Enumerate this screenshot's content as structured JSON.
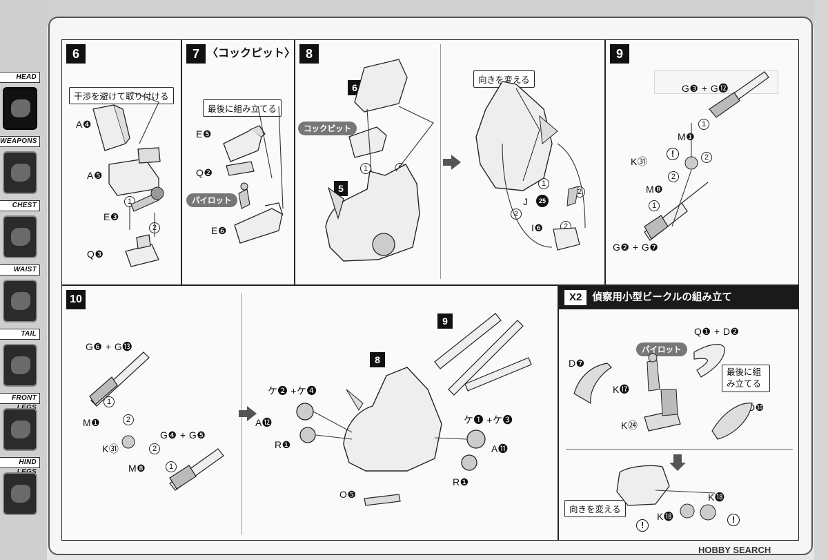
{
  "side_tabs": [
    {
      "label": "HEAD",
      "active": true,
      "icon": "head-icon"
    },
    {
      "label": "WEAPONS",
      "active": false,
      "icon": "weapons-icon"
    },
    {
      "label": "CHEST",
      "active": false,
      "icon": "chest-icon"
    },
    {
      "label": "WAIST",
      "active": false,
      "icon": "waist-icon"
    },
    {
      "label": "TAIL",
      "active": false,
      "icon": "tail-icon"
    },
    {
      "label": "FRONT LEGS",
      "active": false,
      "icon": "front-legs-icon"
    },
    {
      "label": "HIND LEGS",
      "active": false,
      "icon": "hind-legs-icon"
    }
  ],
  "step6": {
    "number": "6",
    "callout": "干渉を避けて取り付ける",
    "parts": [
      "A❹",
      "A❺",
      "E❸",
      "Q❸"
    ],
    "orders": [
      "1",
      "2"
    ]
  },
  "step7": {
    "number": "7",
    "title": "〈コックピット〉",
    "callout": "最後に組み立てる",
    "tag": "パイロット",
    "parts": [
      "E❺",
      "Q❷",
      "E❻"
    ]
  },
  "step8": {
    "number": "8",
    "sub_labels": [
      "6",
      "5"
    ],
    "tag": "コックピット",
    "callout": "向きを変える",
    "parts": [
      "J",
      "I❻"
    ],
    "part_k25": "25",
    "orders": [
      "1",
      "2",
      "1",
      "2",
      "2",
      "2"
    ]
  },
  "step9": {
    "number": "9",
    "parts": [
      "G❸ + G⓬",
      "M❶",
      "K㉛",
      "M❽",
      "G❷ + G❼"
    ],
    "orders": [
      "1",
      "2",
      "2",
      "1"
    ]
  },
  "step10": {
    "number": "10",
    "parts": [
      "G❻ + G⓭",
      "M❶",
      "K㉛",
      "G❹ + G❺",
      "M❽"
    ],
    "orders": [
      "1",
      "2",
      "2",
      "1"
    ],
    "assembly_labels": [
      "9",
      "8"
    ],
    "assembly_parts": [
      "ケ❷ +ケ❹",
      "A⓬",
      "R❶",
      "ケ❶ +ケ❸",
      "A⓫",
      "R❶",
      "O❺"
    ]
  },
  "x2": {
    "badge": "X2",
    "title": "偵察用小型ビークルの組み立て",
    "tag": "パイロット",
    "callout": "最後に組み立てる",
    "callout2": "向きを変える",
    "parts": [
      "Q❶ + D❷",
      "D❼",
      "K⓱",
      "K㉔",
      "D❿",
      "K⓲",
      "K⓲"
    ]
  },
  "watermark": "HOBBY SEARCH",
  "colors": {
    "ink": "#111111",
    "panel": "#fafafa",
    "frame": "#555555",
    "tag": "#777777"
  }
}
